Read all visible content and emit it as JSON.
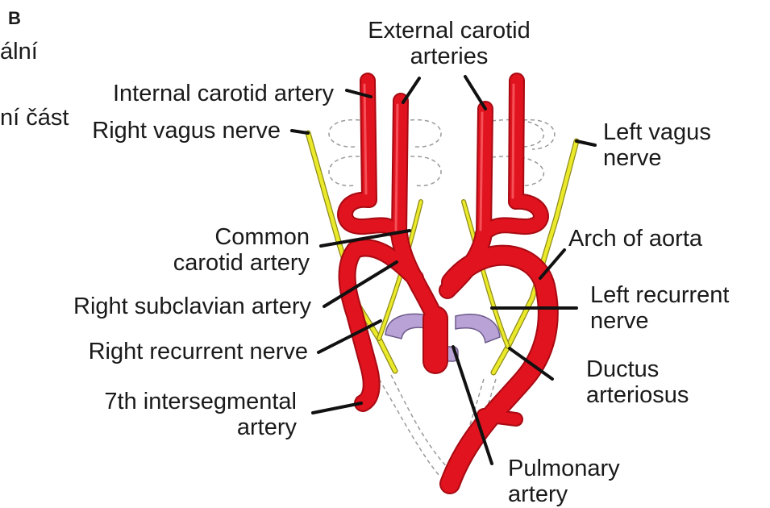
{
  "panel_letter": "B",
  "cropped_fragments": [
    "ální",
    "ní část"
  ],
  "labels": {
    "external_carotid": "External carotid\narteries",
    "internal_carotid": "Internal carotid artery",
    "right_vagus": "Right vagus nerve",
    "left_vagus": "Left vagus\nnerve",
    "common_carotid": "Common\ncarotid artery",
    "arch_of_aorta": "Arch of aorta",
    "right_subclavian": "Right subclavian artery",
    "left_recurrent": "Left recurrent\nnerve",
    "right_recurrent": "Right recurrent nerve",
    "ductus": "Ductus\narteriosus",
    "intersegmental": "7th intersegmental\nartery",
    "pulmonary": "Pulmonary\nartery"
  },
  "colors": {
    "artery": "#e0131f",
    "artery_dark": "#a80a12",
    "nerve": "#eaea2a",
    "nerve_edge": "#8f8a1a",
    "pulmonary_purple": "#b9a3d6",
    "leader": "#111111",
    "dashed_outline": "#9a9a9a"
  }
}
